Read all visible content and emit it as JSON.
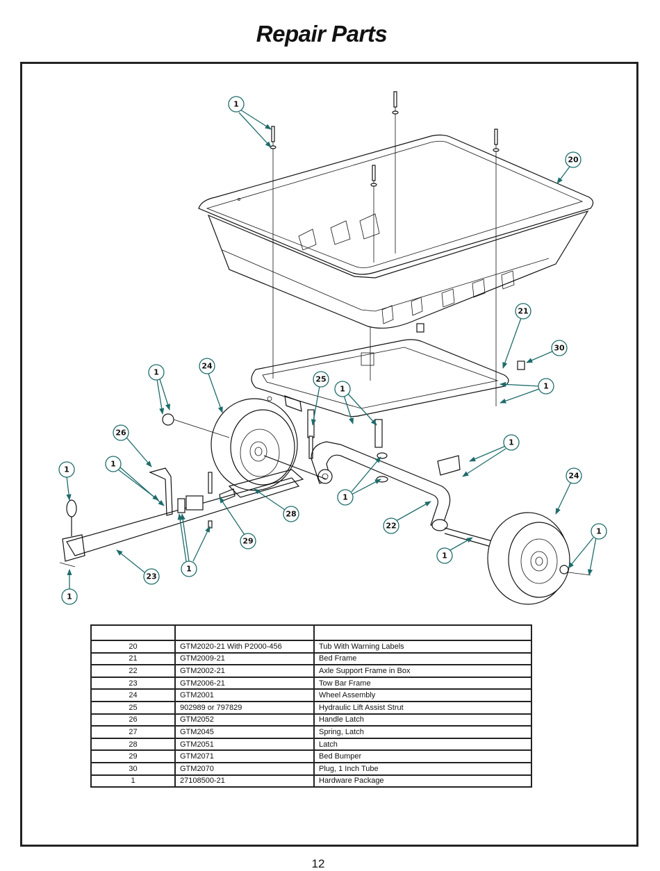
{
  "title": "Repair Parts",
  "page_number": "12",
  "table": {
    "headers": [
      "",
      "",
      ""
    ],
    "rows": [
      {
        "no": "20",
        "part": "GTM2020-21 With P2000-456",
        "desc": "Tub With Warning Labels"
      },
      {
        "no": "21",
        "part": "GTM2009-21",
        "desc": "Bed Frame"
      },
      {
        "no": "22",
        "part": "GTM2002-21",
        "desc": "Axle Support Frame in Box"
      },
      {
        "no": "23",
        "part": "GTM2006-21",
        "desc": "Tow Bar Frame"
      },
      {
        "no": "24",
        "part": "GTM2001",
        "desc": "Wheel Assembly"
      },
      {
        "no": "25",
        "part": "902989 or 797829",
        "desc": "Hydraulic Lift Assist Strut"
      },
      {
        "no": "26",
        "part": "GTM2052",
        "desc": "Handle Latch"
      },
      {
        "no": "27",
        "part": "GTM2045",
        "desc": "Spring, Latch"
      },
      {
        "no": "28",
        "part": "GTM2051",
        "desc": "Latch"
      },
      {
        "no": "29",
        "part": "GTM2071",
        "desc": "Bed Bumper"
      },
      {
        "no": "30",
        "part": "GTM2070",
        "desc": "Plug, 1 Inch Tube"
      },
      {
        "no": "1",
        "part": "27108500-21",
        "desc": "Hardware Package"
      }
    ]
  },
  "callouts": [
    {
      "label": "1"
    },
    {
      "label": "20"
    },
    {
      "label": "21"
    },
    {
      "label": "30"
    },
    {
      "label": "1"
    },
    {
      "label": "1"
    },
    {
      "label": "24"
    },
    {
      "label": "25"
    },
    {
      "label": "1"
    },
    {
      "label": "26"
    },
    {
      "label": "1"
    },
    {
      "label": "1"
    },
    {
      "label": "1"
    },
    {
      "label": "28"
    },
    {
      "label": "29"
    },
    {
      "label": "1"
    },
    {
      "label": "22"
    },
    {
      "label": "24"
    },
    {
      "label": "1"
    },
    {
      "label": "1"
    },
    {
      "label": "23"
    },
    {
      "label": "1"
    },
    {
      "label": "1"
    }
  ],
  "colors": {
    "callout_stroke": "#1e6b6b",
    "line": "#111111",
    "border": "#222222"
  }
}
